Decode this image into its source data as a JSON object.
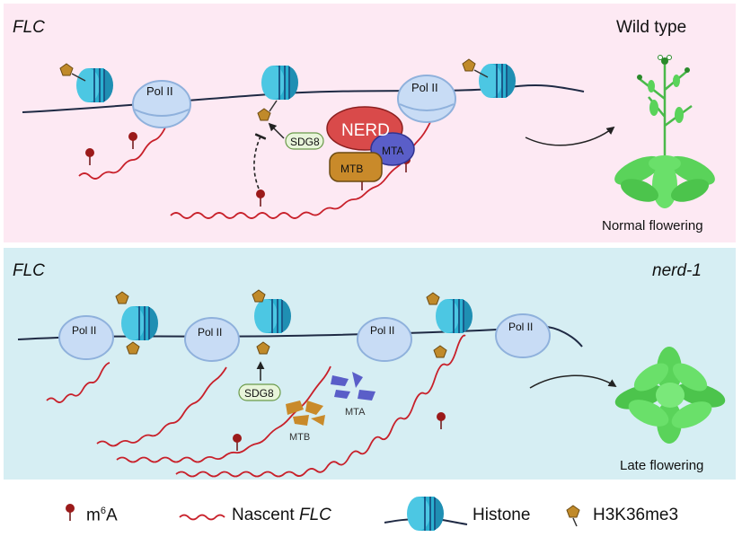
{
  "top_panel": {
    "gene_label": "FLC",
    "genotype": "Wild type",
    "phenotype": "Normal flowering",
    "polymerase_label": "Pol II",
    "sdg8_label": "SDG8",
    "nerd_label": "NERD",
    "mtb_label": "MTB",
    "mta_label": "MTA",
    "background": "#fde9f3"
  },
  "bottom_panel": {
    "gene_label": "FLC",
    "genotype": "nerd-1",
    "phenotype": "Late flowering",
    "polymerase_label": "Pol II",
    "sdg8_label": "SDG8",
    "mta_label": "MTA",
    "mtb_label": "MTB",
    "background": "#d6eef3"
  },
  "legend": {
    "m6a_base": "m",
    "m6a_sup": "6",
    "m6a_tail": "A",
    "nascent_prefix": "Nascent ",
    "nascent_gene": "FLC",
    "histone": "Histone",
    "mark": "H3K36me3"
  },
  "colors": {
    "rna": "#c8202a",
    "m6a": "#9b1a1a",
    "histone": "#26a9c8",
    "mark": "#c08a2a",
    "polII": "#c8dcf5",
    "nerd": "#d94a4a",
    "mtb": "#c98a2a",
    "mta": "#5a5ec8",
    "plant": "#5ad35a"
  }
}
